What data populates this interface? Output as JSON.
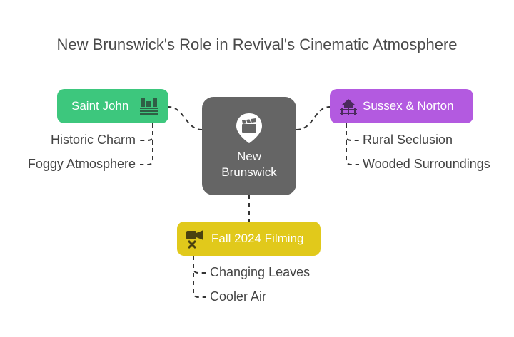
{
  "title": "New Brunswick's Role in Revival's Cinematic Atmosphere",
  "center": {
    "label_line1": "New",
    "label_line2": "Brunswick",
    "icon": "map-pin-clapperboard-icon"
  },
  "branches": {
    "saint_john": {
      "label": "Saint John",
      "icon": "city-icon",
      "color": "#3dc77d",
      "items": [
        "Historic Charm",
        "Foggy Atmosphere"
      ]
    },
    "sussex_norton": {
      "label": "Sussex & Norton",
      "icon": "farmhouse-fence-icon",
      "color": "#b35ae0",
      "items": [
        "Rural Seclusion",
        "Wooded Surroundings"
      ]
    },
    "fall_filming": {
      "label": "Fall 2024 Filming",
      "icon": "film-camera-icon",
      "color": "#e1c91b",
      "items": [
        "Changing Leaves",
        "Cooler Air"
      ]
    }
  }
}
